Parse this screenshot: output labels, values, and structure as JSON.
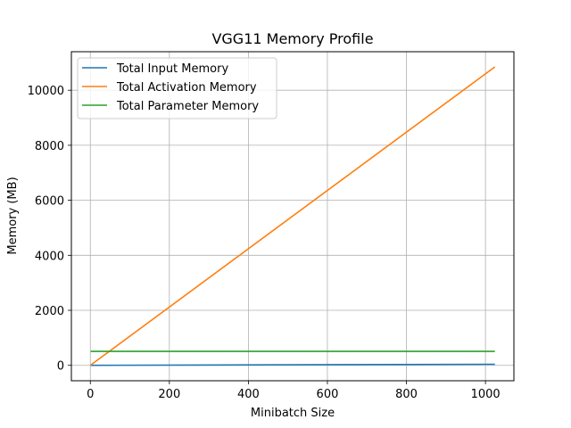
{
  "chart_data": {
    "type": "line",
    "title": "VGG11 Memory Profile",
    "xlabel": "Minibatch Size",
    "ylabel": "Memory (MB)",
    "xlim": [
      -48,
      1072
    ],
    "ylim": [
      -560,
      11400
    ],
    "xticks": [
      0,
      200,
      400,
      600,
      800,
      1000
    ],
    "yticks": [
      0,
      2000,
      4000,
      6000,
      8000,
      10000
    ],
    "grid": true,
    "legend_position": "top-left",
    "x": [
      1,
      1024
    ],
    "series": [
      {
        "name": "Total Input Memory",
        "color": "#1f77b4",
        "values": [
          0.6,
          40
        ]
      },
      {
        "name": "Total Activation Memory",
        "color": "#ff7f0e",
        "values": [
          10.6,
          10850
        ]
      },
      {
        "name": "Total Parameter Memory",
        "color": "#2ca02c",
        "values": [
          507,
          507
        ]
      }
    ]
  }
}
